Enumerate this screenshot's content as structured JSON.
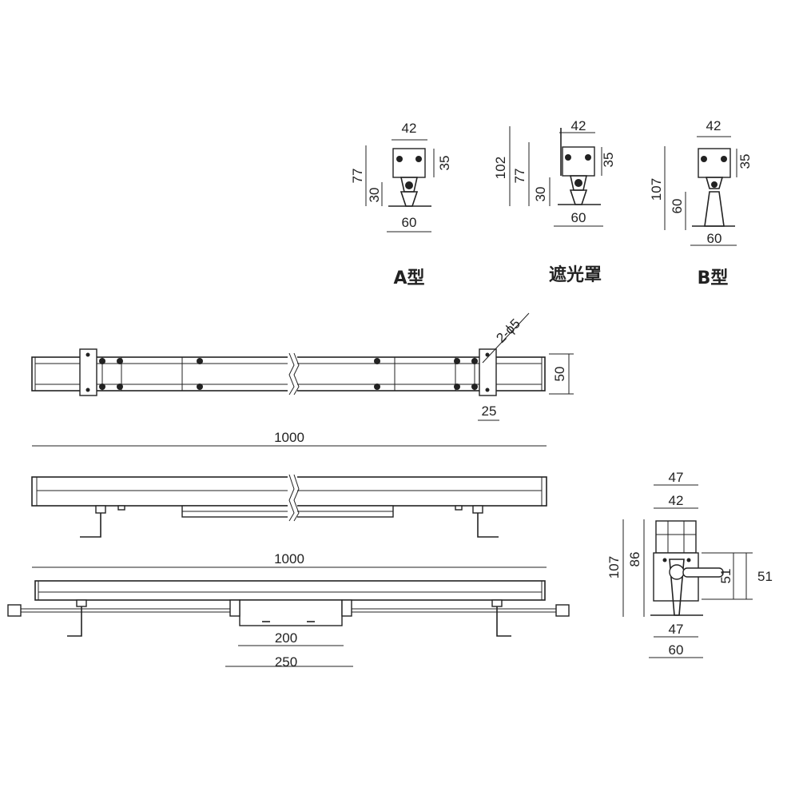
{
  "variants": {
    "a_type": {
      "caption": "A型",
      "dims": {
        "width_top": "42",
        "height_total": "77",
        "height_head": "35",
        "height_stand": "30",
        "base_width": "60"
      }
    },
    "shade": {
      "caption": "遮光罩",
      "dims": {
        "width_top": "42",
        "height_total": "102",
        "height_mid": "77",
        "height_head": "35",
        "height_stand": "30",
        "base_width": "60"
      }
    },
    "b_type": {
      "caption": "B型",
      "dims": {
        "width_top": "42",
        "height_total": "107",
        "height_head": "35",
        "height_stand": "60",
        "base_width": "60"
      }
    }
  },
  "top_view": {
    "hole_label": "2-ϕ5",
    "height": "50",
    "bracket_width": "25",
    "length": "1000"
  },
  "side_view": {
    "length": "1000"
  },
  "bottom_view": {
    "driver_width": "200",
    "driver_total": "250"
  },
  "end_view": {
    "dims": {
      "width_outer": "47",
      "width_inner": "42",
      "height_total": "107",
      "height_body": "86",
      "height_bracket": "51",
      "height_mount": "51",
      "base_inner": "47",
      "base_width": "60"
    }
  }
}
